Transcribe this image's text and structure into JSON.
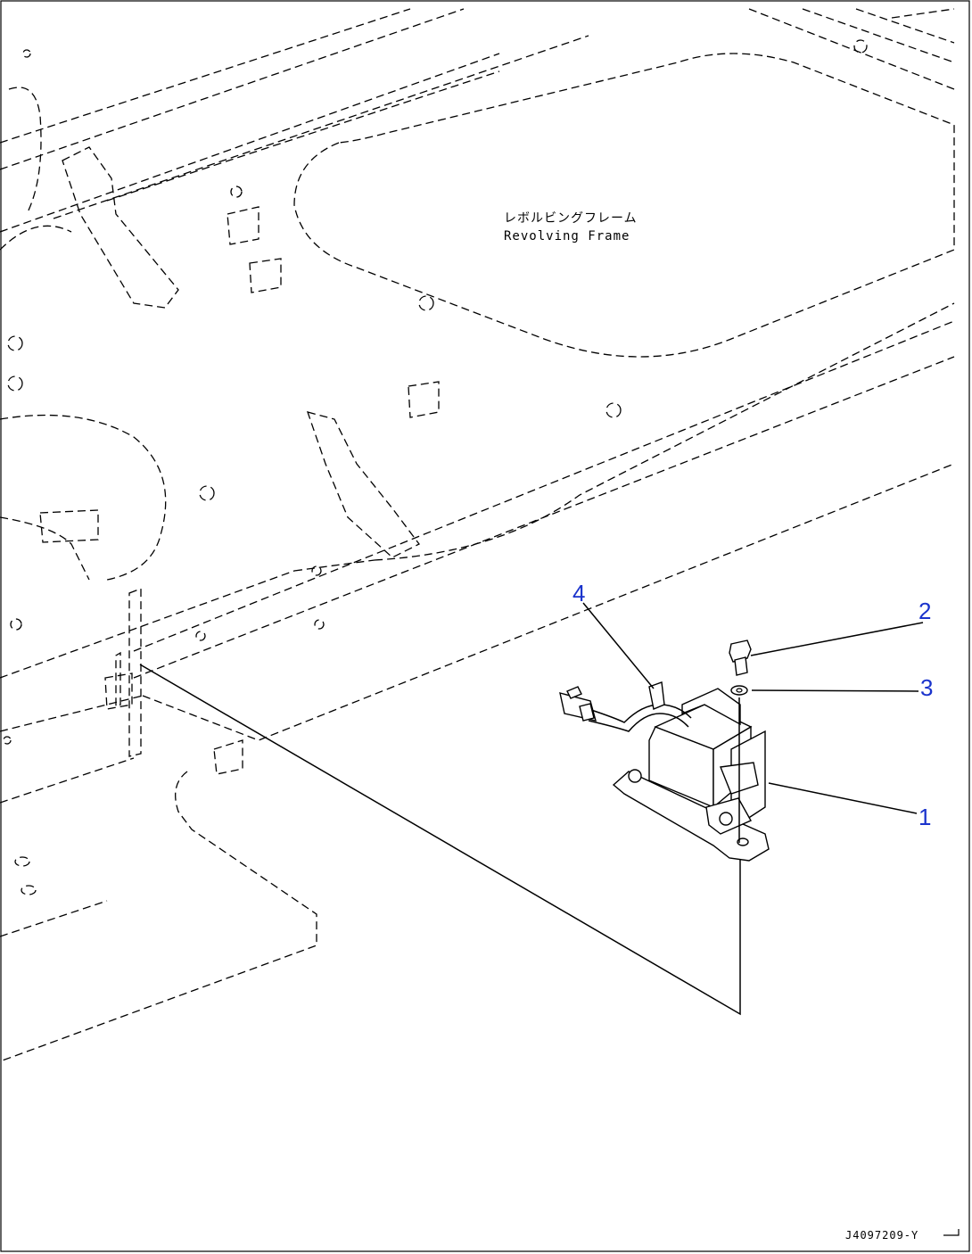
{
  "frame_label": {
    "japanese": "レボルビングフレーム",
    "english": "Revolving Frame"
  },
  "callouts": [
    {
      "number": "1"
    },
    {
      "number": "2"
    },
    {
      "number": "3"
    },
    {
      "number": "4"
    }
  ],
  "drawing_code": "J4097209-Y",
  "colors": {
    "callout": "#1a33cc",
    "line": "#000000",
    "background": "#ffffff"
  }
}
